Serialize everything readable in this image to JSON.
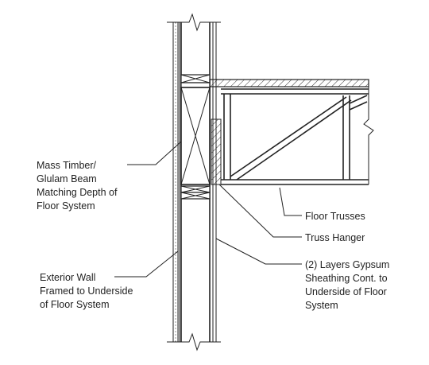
{
  "labels": {
    "beam": [
      "Mass Timber/",
      "Glulam Beam",
      "Matching Depth of",
      "Floor System"
    ],
    "wall": [
      "Exterior Wall",
      "Framed to Underside",
      "of Floor System"
    ],
    "trusses": [
      "Floor Trusses"
    ],
    "hanger": [
      "Truss Hanger"
    ],
    "gypsum": [
      "(2) Layers Gypsum",
      "Sheathing Cont. to",
      "Underside of Floor",
      "System"
    ]
  }
}
